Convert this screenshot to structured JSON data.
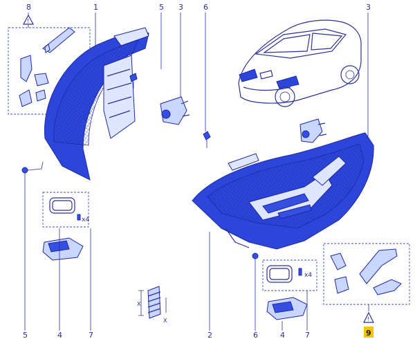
{
  "callouts": {
    "top": [
      "8",
      "1",
      "5",
      "3",
      "6",
      "3"
    ],
    "bottom": [
      "5",
      "4",
      "7",
      "2",
      "6",
      "4",
      "7"
    ],
    "badge": "9"
  },
  "annotations": {
    "left_qty": "x4",
    "right_qty": "x4",
    "dim_x_1": "X",
    "dim_x_2": "X"
  },
  "colors": {
    "line": "#2a2f9c",
    "lamp_fill": "#2b46d8",
    "badge": "#f5c400"
  }
}
